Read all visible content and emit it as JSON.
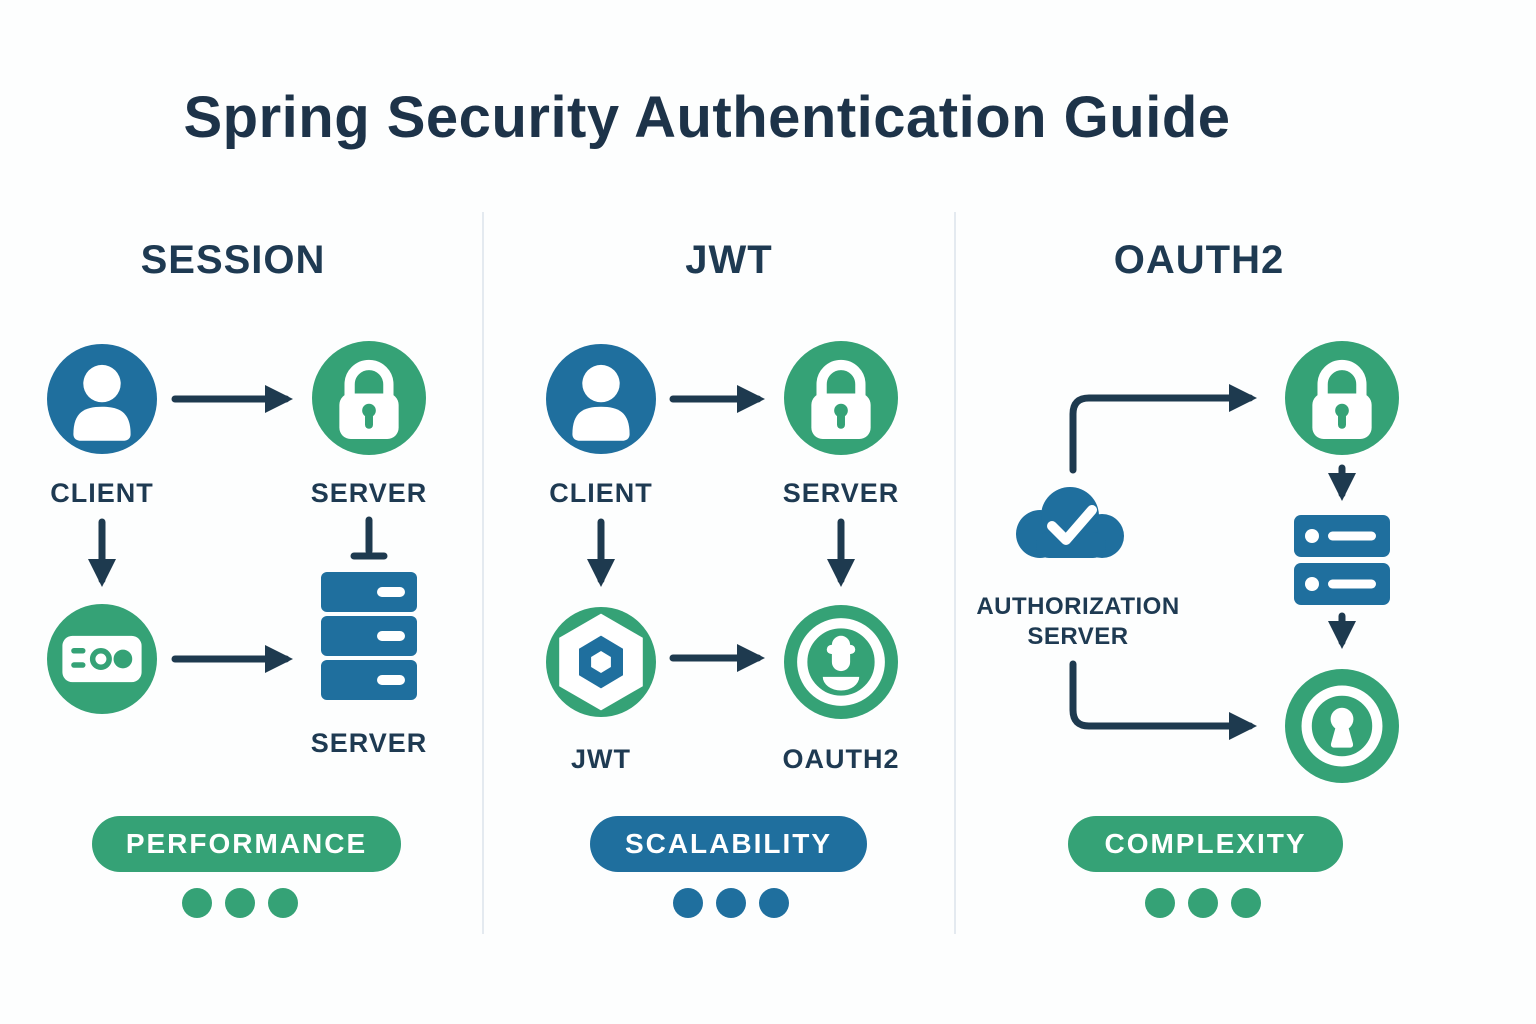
{
  "title": "Spring Security Authentication Guide",
  "colors": {
    "green": "#35a276",
    "blue": "#1f6f9e",
    "navy": "#1e3a4f",
    "divider": "#e4eaf0",
    "background": "#fdfefe",
    "icon_white": "#ffffff"
  },
  "columns": {
    "session": {
      "header": "SESSION",
      "client_label": "CLIENT",
      "server_label": "SERVER",
      "server_store_label": "SERVER",
      "badge": "PERFORMANCE",
      "badge_color": "#35a276",
      "dots_count": 3
    },
    "jwt": {
      "header": "JWT",
      "client_label": "CLIENT",
      "server_label": "SERVER",
      "token_label": "JWT",
      "oauth_label": "OAUTH2",
      "badge": "SCALABILITY",
      "badge_color": "#1f6f9e",
      "dots_count": 3
    },
    "oauth": {
      "header": "OAUTH2",
      "auth_server_line1": "AUTHORIZATION",
      "auth_server_line2": "SERVER",
      "badge": "COMPLEXITY",
      "badge_color": "#35a276",
      "dots_count": 3
    }
  }
}
